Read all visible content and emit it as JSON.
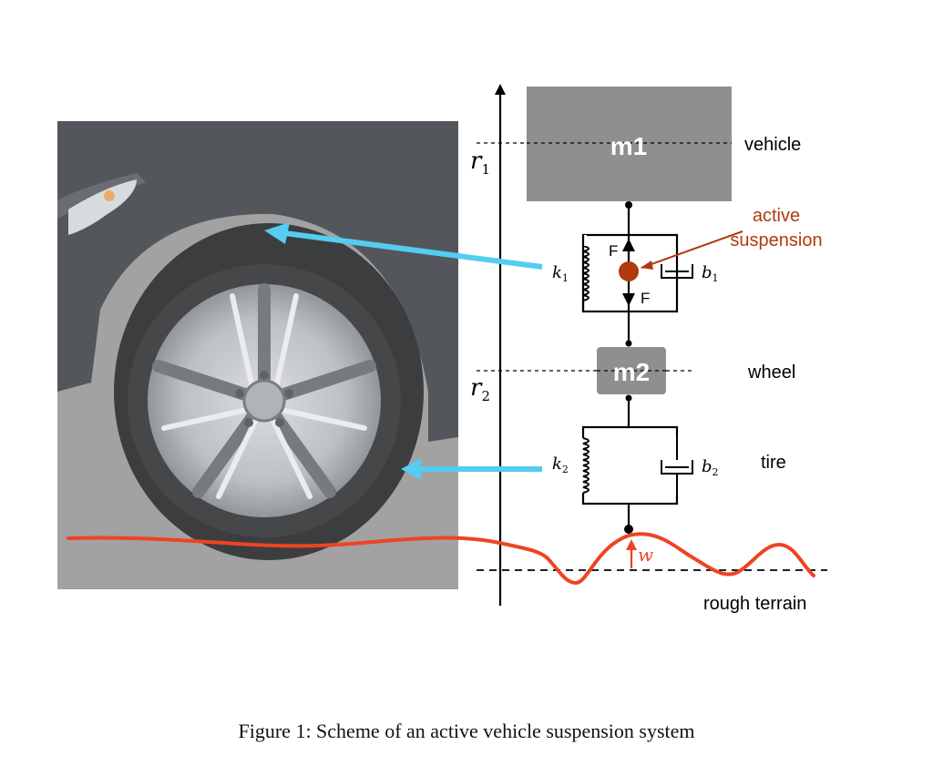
{
  "labels": {
    "mass1": "m1",
    "mass2": "m2",
    "vehicle": "vehicle",
    "wheel": "wheel",
    "tire": "tire",
    "rough_terrain": "rough terrain",
    "active_line1": "active",
    "active_line2": "suspension",
    "force_up": "F",
    "force_down": "F",
    "r1_main": "r",
    "r1_sub": "1",
    "r2_main": "r",
    "r2_sub": "2",
    "k1_main": "k",
    "k1_sub": "1",
    "k2_main": "k",
    "k2_sub": "2",
    "b1_main": "b",
    "b1_sub": "1",
    "b2_main": "b",
    "b2_sub": "2",
    "w": "w"
  },
  "caption": "Figure 1: Scheme of an active vehicle suspension system",
  "colors": {
    "mass_fill": "#8f8f8f",
    "arrow_blue": "#55ccf2",
    "terrain_red": "#ee4422",
    "active_brown": "#b03a0c",
    "car_body": "#2e3238",
    "tire": "#1e1f22",
    "rim": "#b9bcc0",
    "ground": "#8e8e8e",
    "photo_overlay": "#ffffff"
  }
}
